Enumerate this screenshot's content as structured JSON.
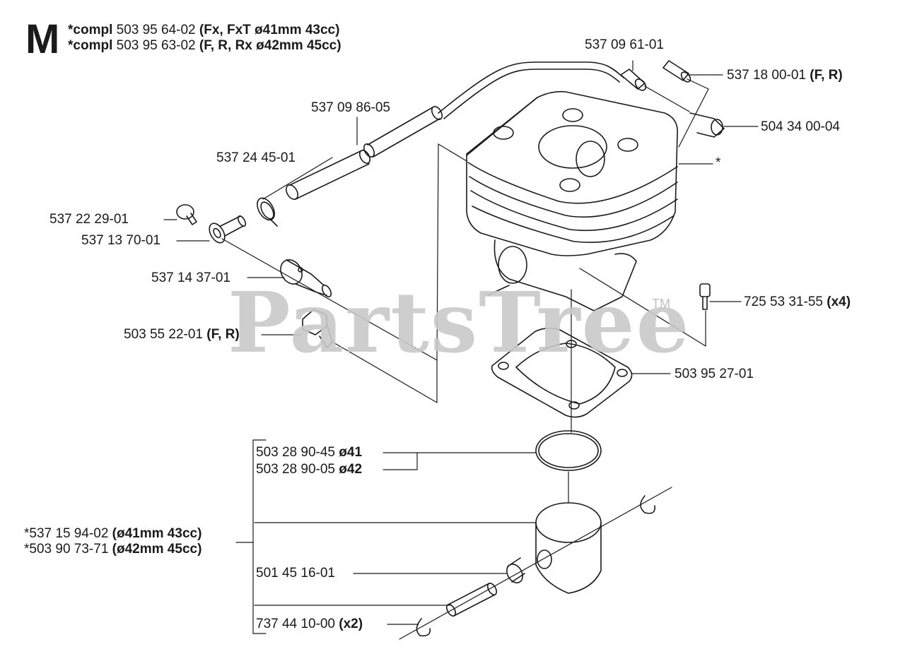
{
  "header": {
    "section": "M",
    "line1": {
      "prefix": "*compl",
      "number": "503 95 64-02",
      "note": "(Fx, FxT ø41mm 43cc)"
    },
    "line2": {
      "prefix": "*compl",
      "number": "503 95 63-02",
      "note": "(F, R, Rx ø42mm 45cc)"
    }
  },
  "watermark": {
    "text": "PartsTree",
    "tm": "TM"
  },
  "parts": {
    "p53709610l": {
      "number": "537 09 61-01",
      "note": ""
    },
    "p53718000": {
      "number": "537 18 00-01",
      "note": "(F, R)"
    },
    "p50434000": {
      "number": "504 34 00-04",
      "note": ""
    },
    "p53709860": {
      "number": "537 09 86-05",
      "note": ""
    },
    "p53724450": {
      "number": "537 24 45-01",
      "note": ""
    },
    "cylinder": {
      "number": "*",
      "note": ""
    },
    "p53722290": {
      "number": "537 22 29-01",
      "note": ""
    },
    "p53713700": {
      "number": "537 13 70-01",
      "note": ""
    },
    "p53714370": {
      "number": "537 14 37-01",
      "note": ""
    },
    "p72553310": {
      "number": "725 53 31-55",
      "note": "(x4)"
    },
    "p50355220": {
      "number": "503 55 22-01",
      "note": "(F, R)"
    },
    "p50395270": {
      "number": "503 95 27-01",
      "note": ""
    },
    "p50328904": {
      "number": "503 28 90-45",
      "note": "ø41"
    },
    "p50328900": {
      "number": "503 28 90-05",
      "note": "ø42"
    },
    "p53715940": {
      "number": "*537 15 94-02",
      "note": "(ø41mm 43cc)"
    },
    "p50390737": {
      "number": "*503 90 73-71",
      "note": "(ø42mm 45cc)"
    },
    "p50145160": {
      "number": "501 45 16-01",
      "note": ""
    },
    "p73744100": {
      "number": "737 44 10-00",
      "note": "(x2)"
    }
  }
}
